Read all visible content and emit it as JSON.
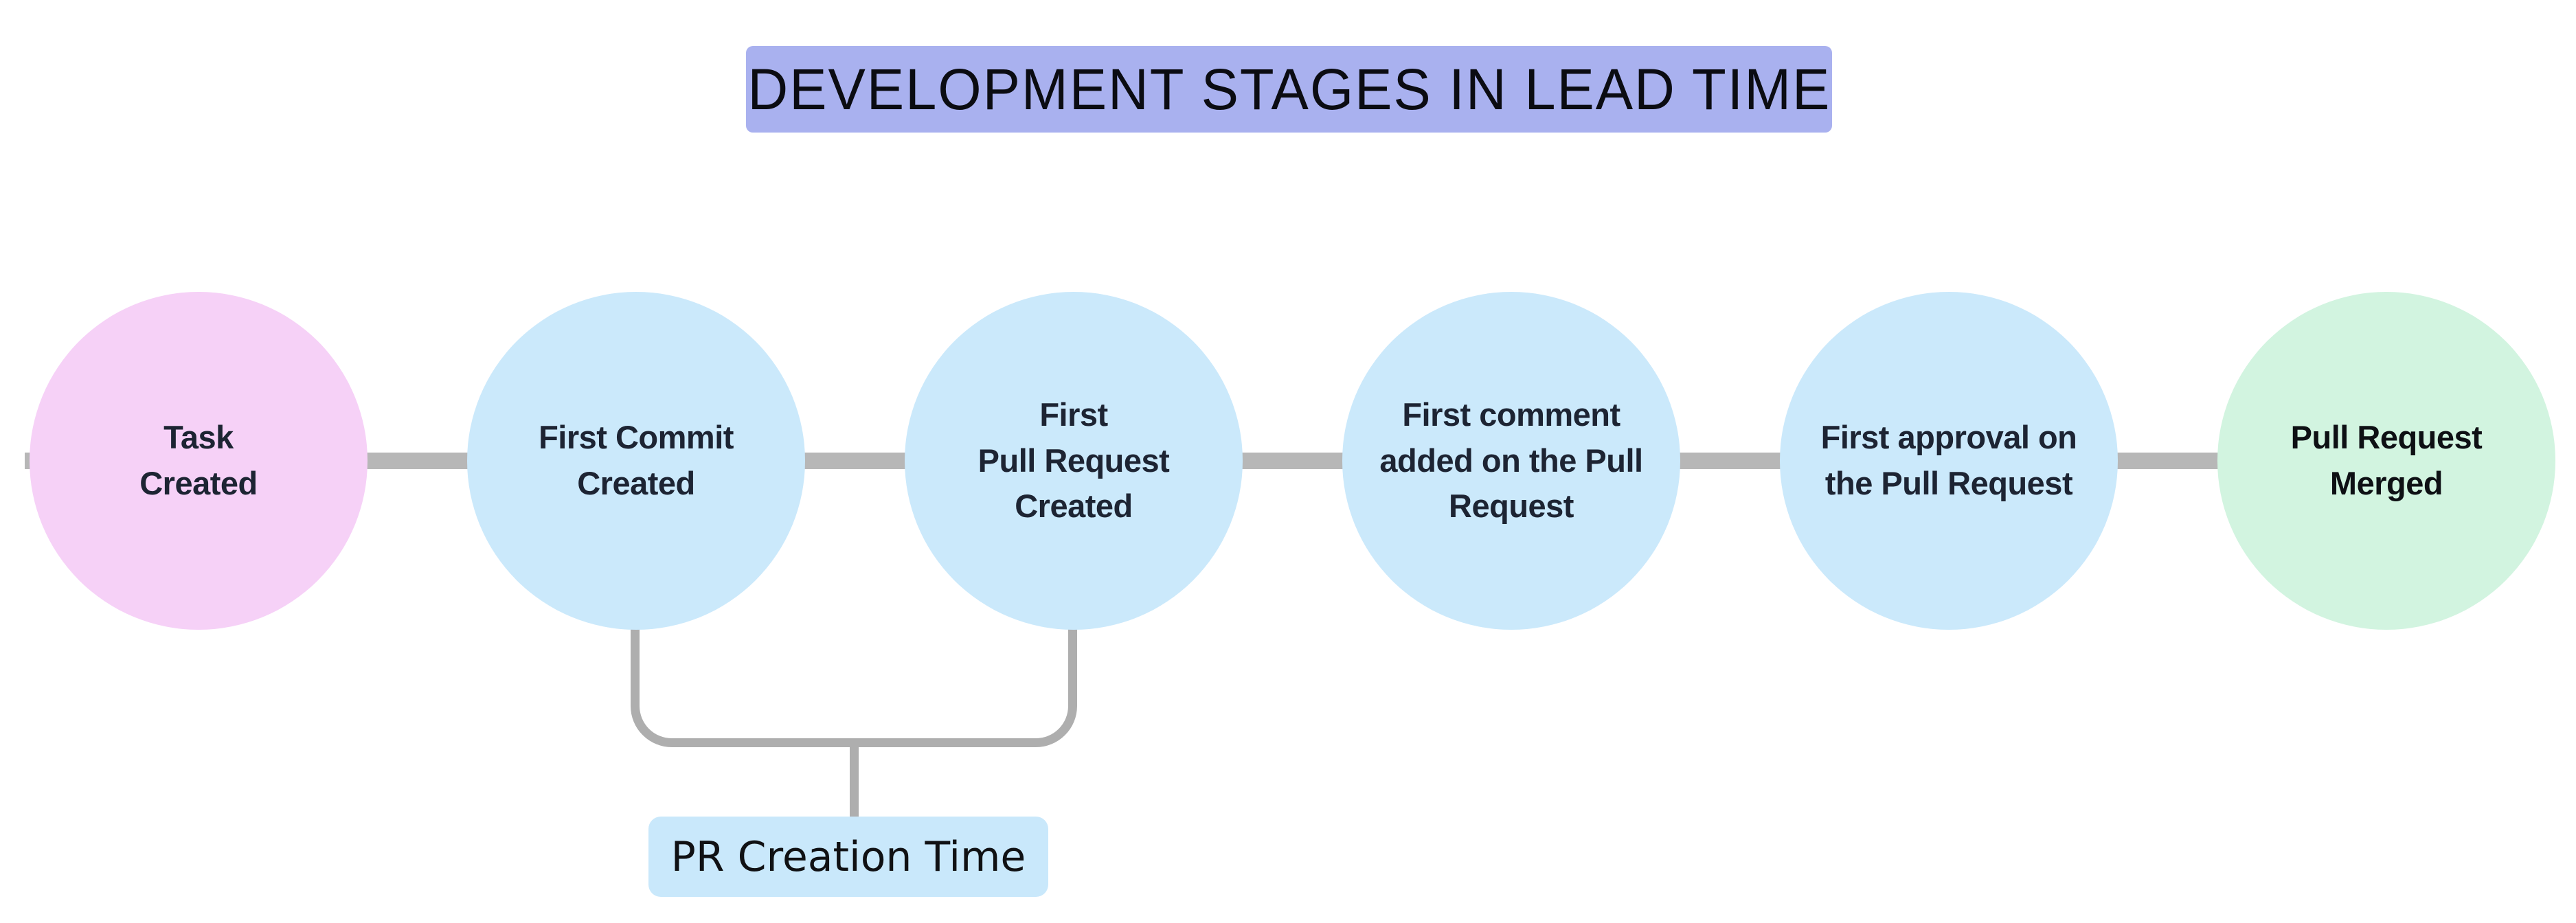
{
  "title": {
    "text": "DEVELOPMENT STAGES IN LEAD TIME"
  },
  "nodes": [
    {
      "id": "task-created",
      "variant": "pink",
      "lines": [
        "Task",
        "Created"
      ]
    },
    {
      "id": "first-commit",
      "variant": "blue",
      "lines": [
        "First Commit",
        "Created"
      ]
    },
    {
      "id": "first-pull-request",
      "variant": "blue",
      "lines": [
        "First",
        "Pull Request",
        "Created"
      ]
    },
    {
      "id": "first-comment",
      "variant": "blue",
      "lines": [
        "First comment",
        "added on the Pull",
        "Request"
      ]
    },
    {
      "id": "first-approval",
      "variant": "blue",
      "lines": [
        "First approval on",
        "the Pull Request"
      ]
    },
    {
      "id": "pull-request-merged",
      "variant": "green",
      "lines": [
        "Pull Request",
        "Merged"
      ]
    }
  ],
  "annotation": {
    "label": "PR Creation Time"
  },
  "colors": {
    "title_bg": "#a9b1ef",
    "title_text": "#0b0c12",
    "pink": "#f6d1f7",
    "blue": "#cbe9fb",
    "green": "#d2f4e0",
    "line": "#b7b7b7",
    "bracket": "#aeaeae",
    "label_bg": "#c9e8fb",
    "label_text": "#101114",
    "text_navy": "#1d2433",
    "text_black": "#0e1014"
  }
}
